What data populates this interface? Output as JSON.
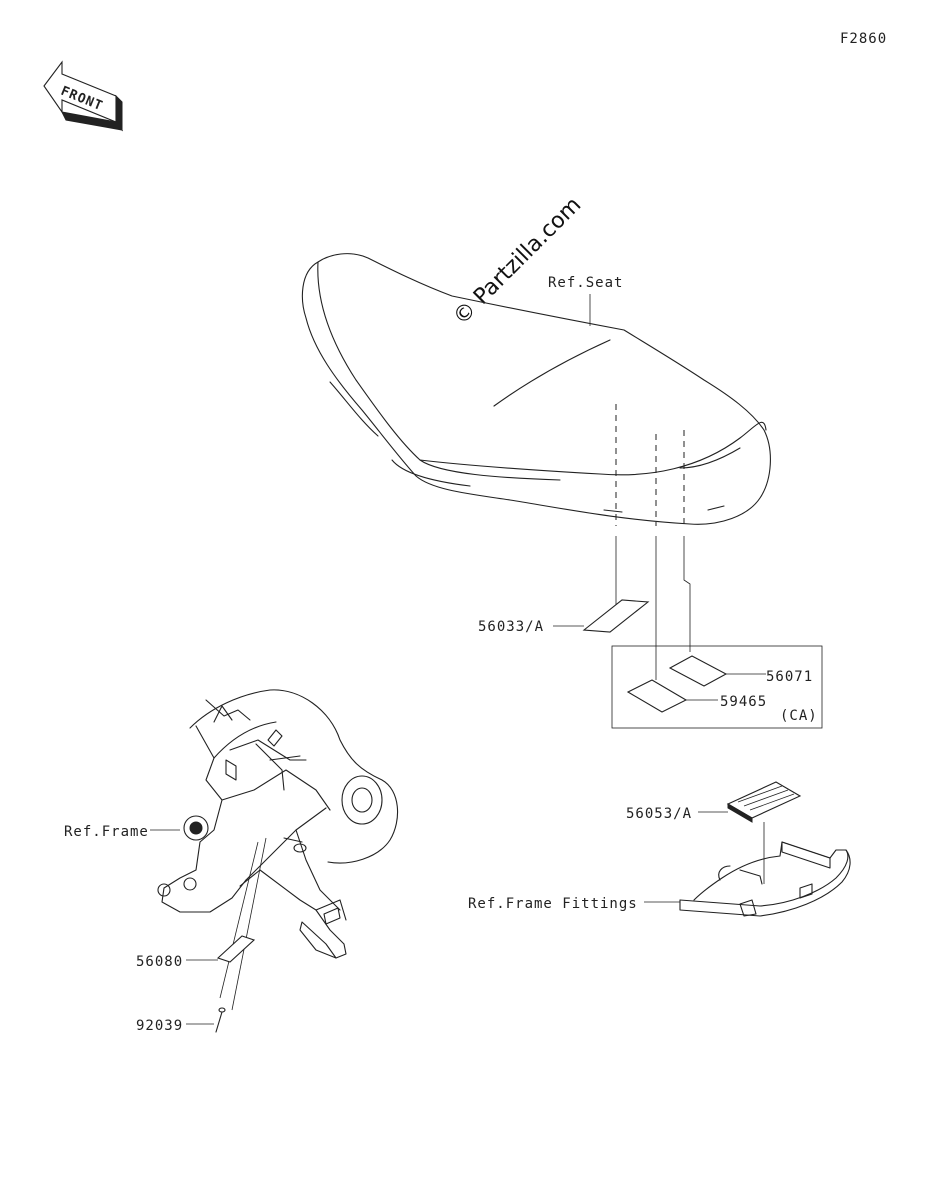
{
  "diagram_code": "F2860",
  "front_label": "FRONT",
  "watermark": "© Partzilla.com",
  "refs": {
    "seat": "Ref.Seat",
    "frame": "Ref.Frame",
    "frame_fittings": "Ref.Frame Fittings"
  },
  "parts": [
    {
      "id": "p56033",
      "label": "56033/A"
    },
    {
      "id": "p56071",
      "label": "56071"
    },
    {
      "id": "p59465",
      "label": "59465"
    },
    {
      "id": "p56053",
      "label": "56053/A"
    },
    {
      "id": "p56080",
      "label": "56080"
    },
    {
      "id": "p92039",
      "label": "92039"
    }
  ],
  "region_label": "(CA)"
}
